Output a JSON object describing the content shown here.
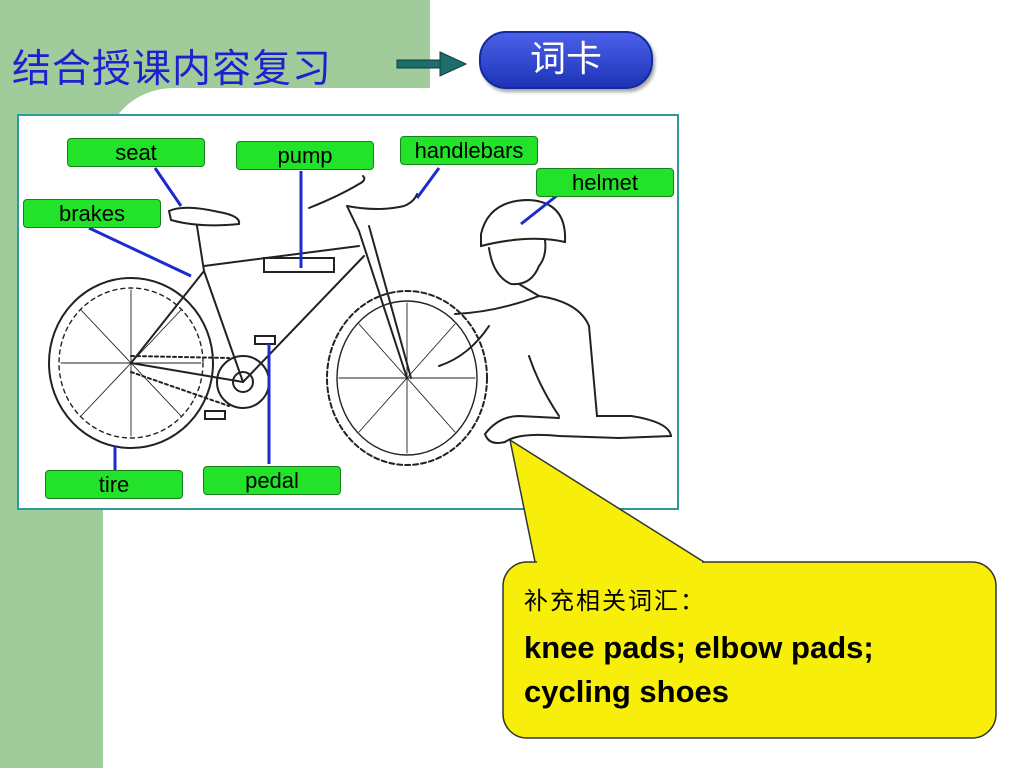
{
  "slide": {
    "title": "结合授课内容复习",
    "button_label": "词卡"
  },
  "diagram": {
    "labels": {
      "seat": "seat",
      "pump": "pump",
      "handlebars": "handlebars",
      "helmet": "helmet",
      "brakes": "brakes",
      "tire": "tire",
      "pedal": "pedal"
    }
  },
  "callout": {
    "heading": "补充相关词汇：",
    "line1": "knee pads; elbow pads;",
    "line2": "cycling shoes"
  },
  "colors": {
    "title": "#1f1fd0",
    "label_fill": "#22e22a",
    "leader_line": "#1a2bd0",
    "callout_fill": "#f7ee0a",
    "band": "#9fcc9a"
  }
}
